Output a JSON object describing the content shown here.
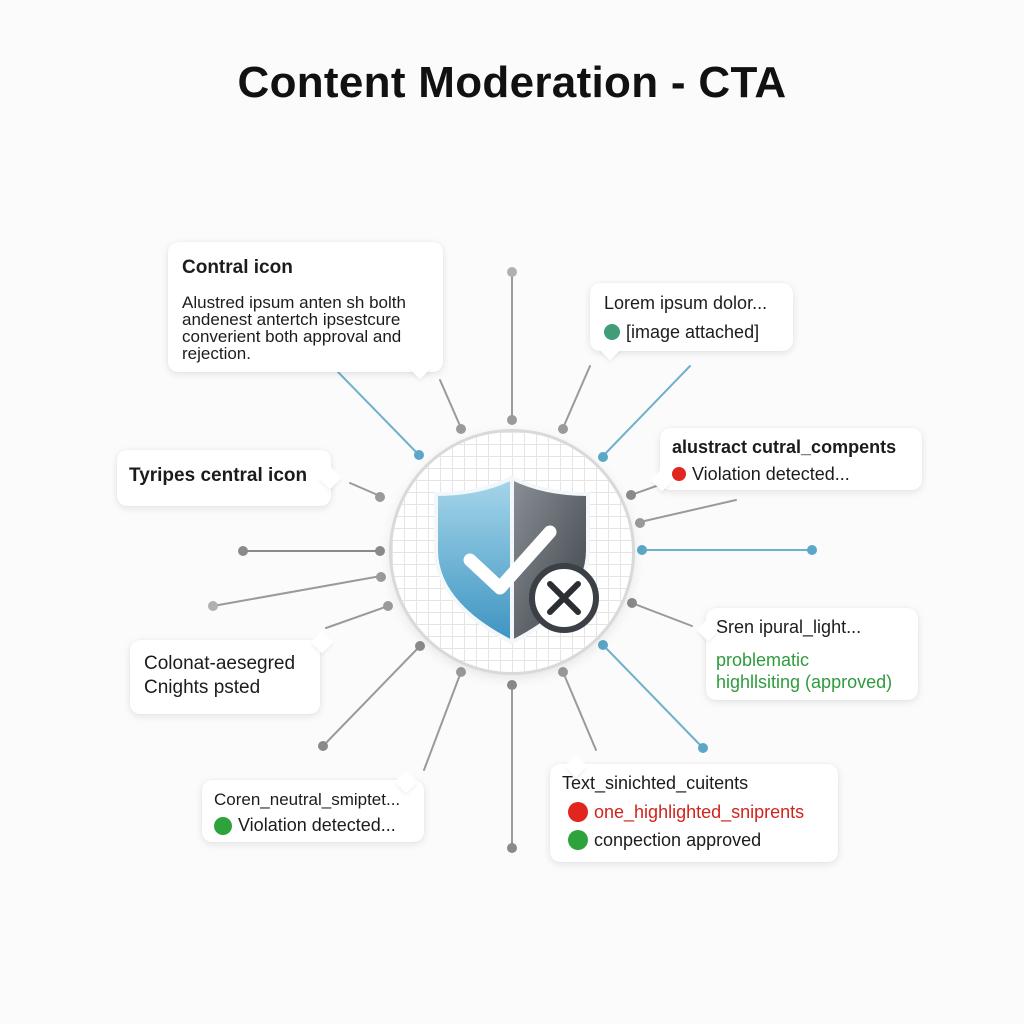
{
  "title": "Content Moderation - CTA",
  "colors": {
    "accent_blue": "#5aa7c8",
    "shield_dark": "#4c5157",
    "green": "#2e9b3c",
    "red": "#d2221c",
    "ray_gray": "#8a8a8a"
  },
  "center": {
    "icon": "shield-check-reject-icon"
  },
  "callouts": {
    "top_left": {
      "heading": "Contral icon",
      "lines": [
        "Alustred ipsum anten sh bolth",
        "andenest antertch ipsestcure",
        "converient both approval and",
        "rejection."
      ]
    },
    "top_right": {
      "line1": "Lorem ipsum dolor...",
      "line2": "[image attached]",
      "dot_color": "#3f9e78"
    },
    "mid_left": {
      "label": "Tyripes central icon"
    },
    "right_upper": {
      "line1": "alustract cutral_compents",
      "line2": "Violation detected...",
      "dot_color": "#e0261e"
    },
    "left_lower": {
      "line1": "Colonat-aesegred",
      "line2": "Cnights psted"
    },
    "right_lower": {
      "line1": "Sren ipural_light...",
      "line2": "problematic",
      "line3": "highllsiting (approved)"
    },
    "bottom_left": {
      "line1": "Coren_neutral_smiptet...",
      "line2": "Violation detected...",
      "dot_color": "#2fa33b"
    },
    "bottom_right": {
      "line1": "Text_sinichted_cuitents",
      "line2": "one_highlighted_sniprents",
      "line3": "conpection approved",
      "dot1_color": "#e0261e",
      "dot2_color": "#2fa33b"
    }
  }
}
